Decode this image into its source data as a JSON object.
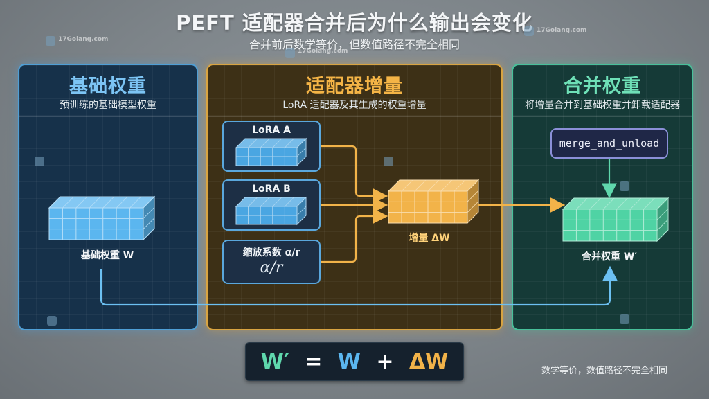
{
  "title": "PEFT 适配器合并后为什么输出会变化",
  "subtitle": "合并前后数学等价，但数值路径不完全相同",
  "watermark": "17Golang.com",
  "panels": {
    "base": {
      "title": "基础权重",
      "subtitle": "预训练的基础模型权重",
      "tensor_label": "基础权重 W"
    },
    "adapter": {
      "title": "适配器增量",
      "subtitle": "LoRA 适配器及其生成的权重增量",
      "lora_a": "LoRA A",
      "lora_b": "LoRA B",
      "scale_label": "缩放系数 α/r",
      "scale_value": "α/r",
      "delta_label": "增量 ΔW"
    },
    "merged": {
      "title": "合并权重",
      "subtitle": "将增量合并到基础权重并卸载适配器",
      "button": "merge_and_unload",
      "tensor_label": "合并权重 W′"
    }
  },
  "formula": {
    "lhs": "W′",
    "eq": "=",
    "w": "W",
    "plus": "+",
    "dw": "ΔW"
  },
  "footer_note": "—— 数学等价，数值路径不完全相同 ——",
  "colors": {
    "base": "#5bb6ef",
    "adapter": "#f2b349",
    "merged": "#4fd3a4",
    "lora": "#4aa6e2",
    "arrow_orange": "#f2b349",
    "arrow_blue": "#6cc0f2",
    "arrow_green": "#5fd8ad"
  }
}
